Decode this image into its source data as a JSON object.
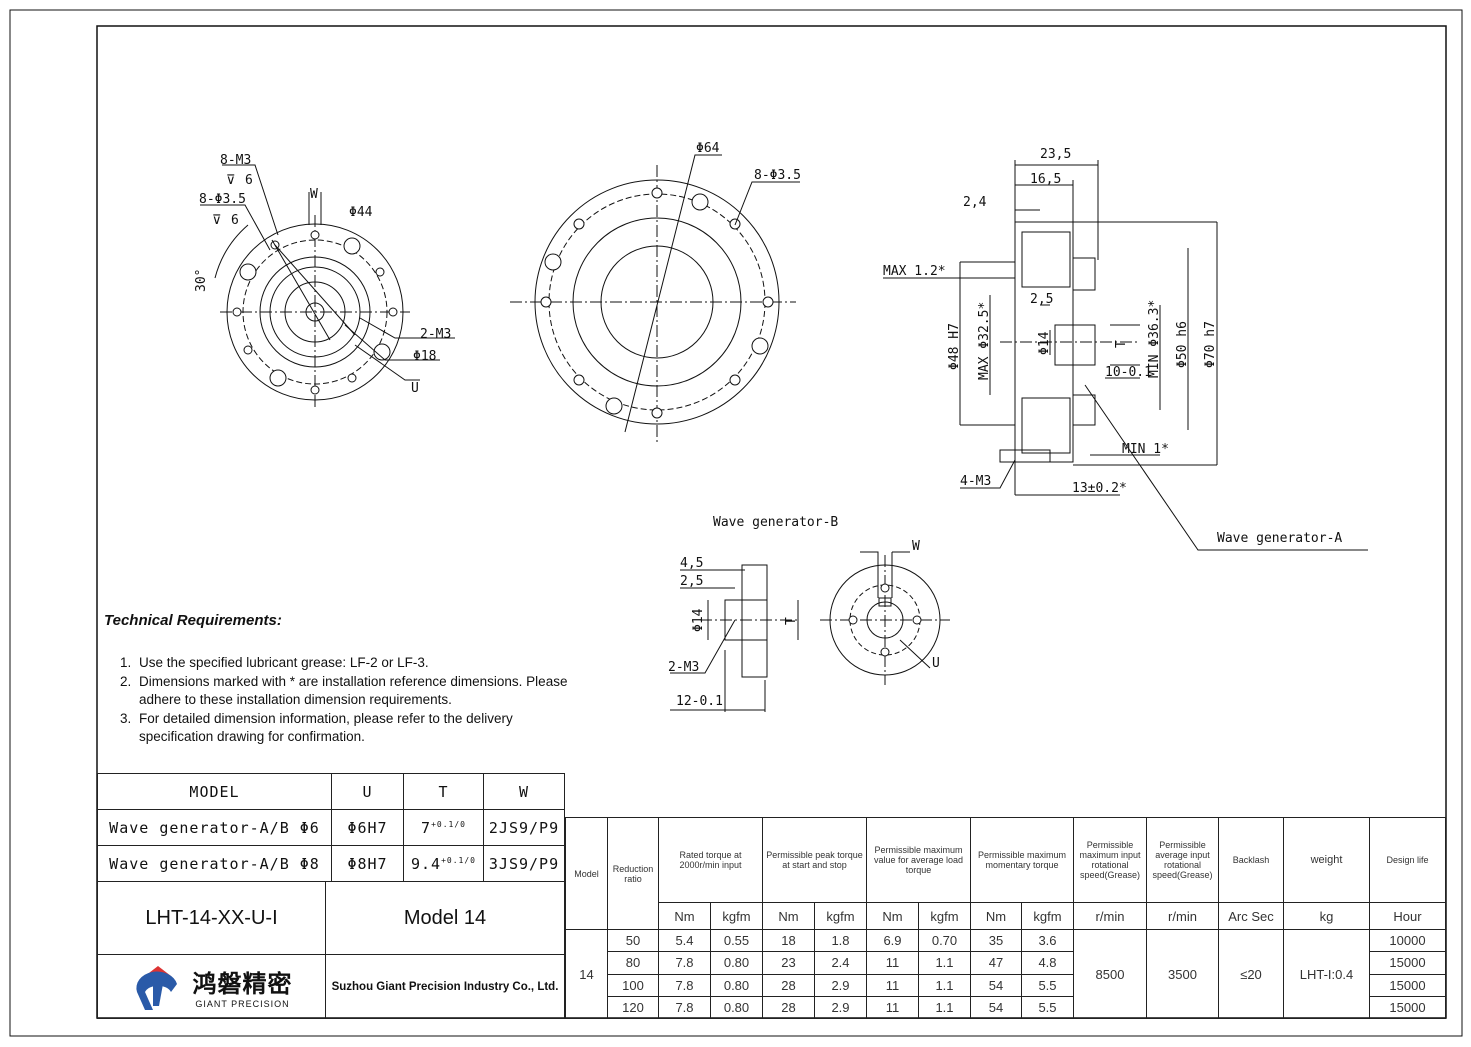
{
  "drawing": {
    "front_view": {
      "labels": [
        "8-M3",
        "6",
        "8-Φ3.5",
        "6",
        "W",
        "Φ44",
        "30°",
        "2-M3",
        "Φ18",
        "U"
      ]
    },
    "flange_view": {
      "labels": [
        "Φ64",
        "8-Φ3.5"
      ]
    },
    "section_view": {
      "labels": [
        "23,5",
        "16,5",
        "2,4",
        "MAX 1.2*",
        "2,5",
        "Φ48 H7",
        "MAX Φ32.5*",
        "Φ14",
        "T",
        "10-0.1",
        "MIN Φ36.3*",
        "Φ50 h6",
        "Φ70 h7",
        "MIN 1*",
        "4-M3",
        "13±0.2*",
        "Wave generator-A"
      ]
    },
    "wave_generator_b": {
      "title": "Wave generator-B",
      "labels": [
        "4,5",
        "2,5",
        "Φ14",
        "T",
        "2-M3",
        "12-0.1",
        "W",
        "U"
      ]
    }
  },
  "technical_requirements": {
    "title": "Technical Requirements:",
    "items": [
      {
        "n": "1.",
        "text": "Use the specified lubricant grease: LF-2 or LF-3."
      },
      {
        "n": "2.",
        "text": "Dimensions marked with * are installation reference dimensions. Please adhere to these installation dimension requirements."
      },
      {
        "n": "3.",
        "text": "For detailed dimension information, please refer to the delivery specification drawing for confirmation."
      }
    ]
  },
  "dimension_table": {
    "headers": [
      "MODEL",
      "U",
      "T",
      "W"
    ],
    "rows": [
      {
        "model": "Wave generator-A/B Φ6",
        "u": "Φ6H7",
        "t": "7",
        "t_tol": "+0.1/0",
        "w": "2JS9/P9"
      },
      {
        "model": "Wave generator-A/B Φ8",
        "u": "Φ8H7",
        "t": "9.4",
        "t_tol": "+0.1/0",
        "w": "3JS9/P9"
      }
    ]
  },
  "title_block": {
    "part_number": "LHT-14-XX-U-I",
    "model_name": "Model 14",
    "logo_cn": "鸿磐精密",
    "logo_en": "GIANT PRECISION",
    "company": "Suzhou Giant Precision Industry Co., Ltd."
  },
  "spec_table": {
    "headers": [
      "Model",
      "Reduction ratio",
      "Rated torque at 2000r/min input",
      "Permissible peak torque at start and stop",
      "Permissible maximum value for average load torque",
      "Permissible maximum momentary torque",
      "Permissible maximum input rotational speed(Grease)",
      "Permissible average input rotational speed(Grease)",
      "Backlash",
      "weight",
      "Design life"
    ],
    "units": [
      "Nm",
      "kgfm",
      "Nm",
      "kgfm",
      "Nm",
      "kgfm",
      "Nm",
      "kgfm",
      "r/min",
      "r/min",
      "Arc Sec",
      "kg",
      "Hour"
    ],
    "model": "14",
    "max_speed": "8500",
    "avg_speed": "3500",
    "backlash": "≤20",
    "weight": "LHT-I:0.4",
    "rows": [
      {
        "ratio": "50",
        "v": [
          "5.4",
          "0.55",
          "18",
          "1.8",
          "6.9",
          "0.70",
          "35",
          "3.6"
        ],
        "life": "10000"
      },
      {
        "ratio": "80",
        "v": [
          "7.8",
          "0.80",
          "23",
          "2.4",
          "11",
          "1.1",
          "47",
          "4.8"
        ],
        "life": "15000"
      },
      {
        "ratio": "100",
        "v": [
          "7.8",
          "0.80",
          "28",
          "2.9",
          "11",
          "1.1",
          "54",
          "5.5"
        ],
        "life": "15000"
      },
      {
        "ratio": "120",
        "v": [
          "7.8",
          "0.80",
          "28",
          "2.9",
          "11",
          "1.1",
          "54",
          "5.5"
        ],
        "life": "15000"
      }
    ]
  }
}
